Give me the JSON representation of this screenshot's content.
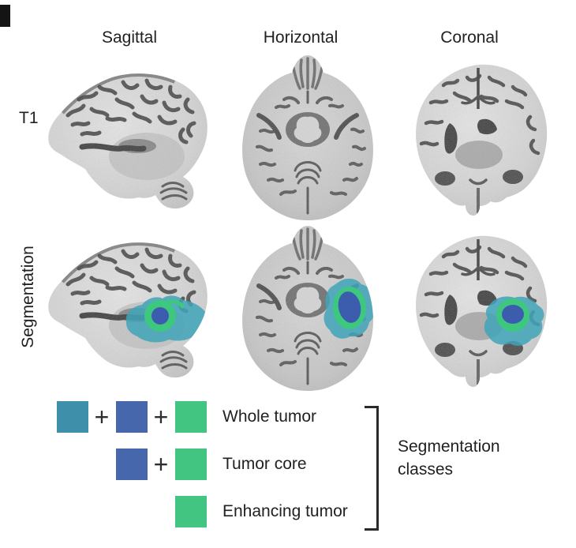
{
  "figure": {
    "column_headers": [
      "Sagittal",
      "Horizontal",
      "Coronal"
    ],
    "row_labels": [
      "T1",
      "Segmentation"
    ]
  },
  "legend": {
    "plus": "+",
    "rows": [
      {
        "label": "Whole tumor"
      },
      {
        "label": "Tumor core"
      },
      {
        "label": "Enhancing tumor"
      }
    ],
    "bracket_label": [
      "Segmentation",
      "classes"
    ]
  },
  "colors": {
    "edema_teal": "#3E8FA9",
    "core_blue": "#4767AC",
    "enhancing_green": "#42C580",
    "overlay_teal": "#3FA5B8",
    "overlay_blue": "#3C5DAE",
    "overlay_green": "#3DC77F",
    "text": "#212121"
  }
}
